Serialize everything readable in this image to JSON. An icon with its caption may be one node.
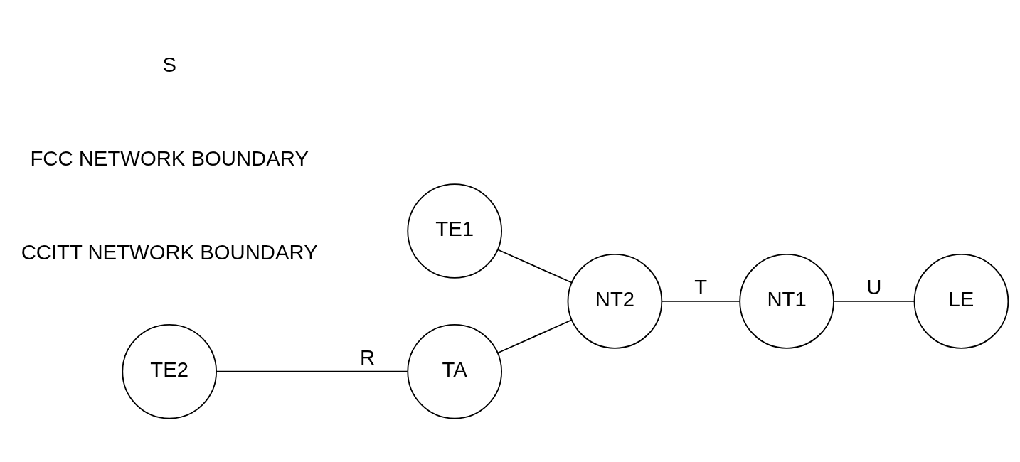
{
  "diagram": {
    "nodes": [
      {
        "text": [
          "TE1"
        ]
      },
      {
        "text": [
          "NT2"
        ]
      },
      {
        "text": [
          "NT1"
        ]
      },
      {
        "text": [
          "LE"
        ]
      },
      {
        "text": [
          "TA"
        ]
      },
      {
        "text": [
          "TE2"
        ]
      }
    ],
    "edges": [
      {
        "from": 0,
        "to": 1,
        "arrow": "none"
      },
      {
        "from": 1,
        "to": 2,
        "arrow": "none",
        "label": "T"
      },
      {
        "from": 2,
        "to": 3,
        "arrow": "none",
        "label": "U"
      },
      {
        "from": 4,
        "to": 1,
        "arrow": "none"
      },
      {
        "from": 5,
        "to": 4,
        "arrow": "none",
        "label": "R"
      }
    ],
    "labels": [
      "CCITT NETWORK BOUNDARY",
      "FCC NETWORK BOUNDARY",
      "S"
    ]
  }
}
